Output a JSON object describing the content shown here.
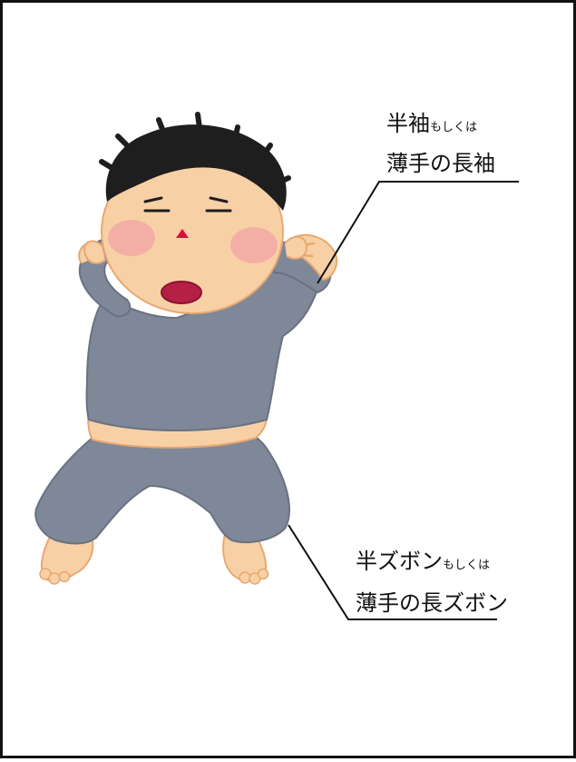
{
  "top_note": {
    "line1_main": "半袖",
    "line1_small": "もしくは",
    "line2": "薄手の長袖"
  },
  "bottom_note": {
    "line1_main": "半ズボン",
    "line1_small": "もしくは",
    "line2": "薄手の長ズボン"
  },
  "colors": {
    "skin": "#F8D0A6",
    "skin_outline": "#E8A870",
    "shirt": "#7F8898",
    "hair": "#1E1E1E",
    "cheek": "#F2A4A4",
    "mouth": "#B52044",
    "line": "#111111"
  }
}
